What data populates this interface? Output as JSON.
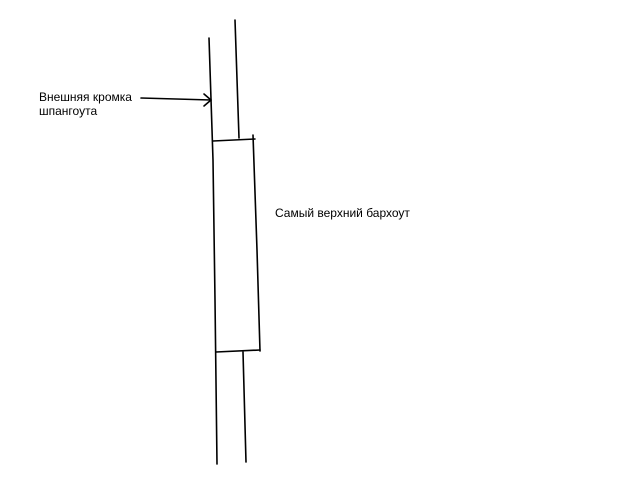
{
  "diagram": {
    "labels": {
      "frame_edge_line1": "Внешняя кромка",
      "frame_edge_line2": "шпангоута",
      "top_bar": "Самый верхний бархоут"
    },
    "colors": {
      "ink": "#000000",
      "background": "#ffffff"
    }
  }
}
